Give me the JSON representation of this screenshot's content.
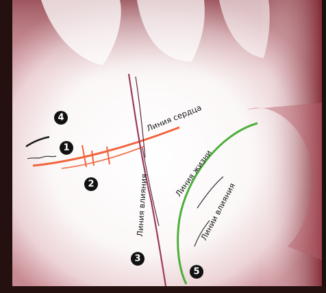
{
  "colors": {
    "heart_line": "#f0643c",
    "life_line": "#4caf3a",
    "influence_line": "#9a3a5a",
    "skin": "#f4eded",
    "shadow": "#b04a5a",
    "dark_frame": "#3a1a1a"
  },
  "labels": {
    "heart_line": "Линия сердца",
    "life_line": "Линия жизни",
    "influence_line": "Линия влияния",
    "influence_lines": "Линии влияния"
  },
  "markers": {
    "m1": "1",
    "m2": "2",
    "m3": "3",
    "m4": "4",
    "m5": "5"
  }
}
